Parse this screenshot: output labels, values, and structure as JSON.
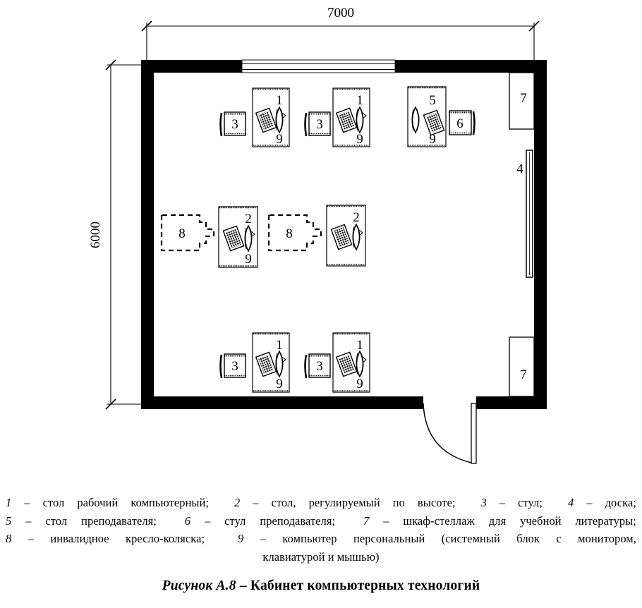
{
  "figure": {
    "caption_prefix": "Рисунок А.8",
    "caption_dash": " – ",
    "caption_title": "Кабинет компьютерных технологий"
  },
  "dimensions": {
    "width_label": "7000",
    "height_label": "6000"
  },
  "plan_items": {
    "desk_computer": "1",
    "desk_adjustable": "2",
    "chair": "3",
    "board": "4",
    "teacher_desk": "5",
    "teacher_chair": "6",
    "bookcase": "7",
    "wheelchair": "8",
    "computer": "9"
  },
  "labels": {
    "top_row": [
      {
        "chair": "3",
        "desk": "1",
        "computer": "9"
      },
      {
        "chair": "3",
        "desk": "1",
        "computer": "9"
      }
    ],
    "teacher": {
      "desk": "5",
      "computer": "9",
      "chair": "6"
    },
    "middle_row": [
      {
        "wheelchair": "8",
        "desk": "2",
        "computer": "9"
      },
      {
        "wheelchair": "8",
        "desk": "2",
        "computer": ""
      }
    ],
    "bottom_row": [
      {
        "chair": "3",
        "desk": "1",
        "computer": "9"
      },
      {
        "chair": "3",
        "desk": "1",
        "computer": "9"
      }
    ],
    "bookcase_top": "7",
    "bookcase_bottom": "7",
    "board": "4"
  },
  "legend": {
    "line1": [
      {
        "num": "1",
        "dash": " – ",
        "text": "стол рабочий компьютерный;"
      },
      {
        "num": "2",
        "dash": " – ",
        "text": "стол, регулируемый по высоте;"
      },
      {
        "num": "3",
        "dash": " – ",
        "text": "стул;"
      },
      {
        "num": "4",
        "dash": " – ",
        "text": "доска;"
      }
    ],
    "line2": [
      {
        "num": "5",
        "dash": " – ",
        "text": "стол преподавателя;"
      },
      {
        "num": "6",
        "dash": " – ",
        "text": "стул преподавателя;"
      },
      {
        "num": "7",
        "dash": " – ",
        "text": "шкаф-стеллаж для учебной литературы;"
      }
    ],
    "line3": [
      {
        "num": "8",
        "dash": " – ",
        "text": "инвалидное кресло-коляска;"
      },
      {
        "num": "9",
        "dash": " – ",
        "text": "компьютер персональный (системный блок с монитором,"
      }
    ],
    "line4_text": "клавиатурой и мышью)"
  },
  "colors": {
    "wall": "#000000",
    "line": "#1a1a1a",
    "background": "#ffffff"
  }
}
